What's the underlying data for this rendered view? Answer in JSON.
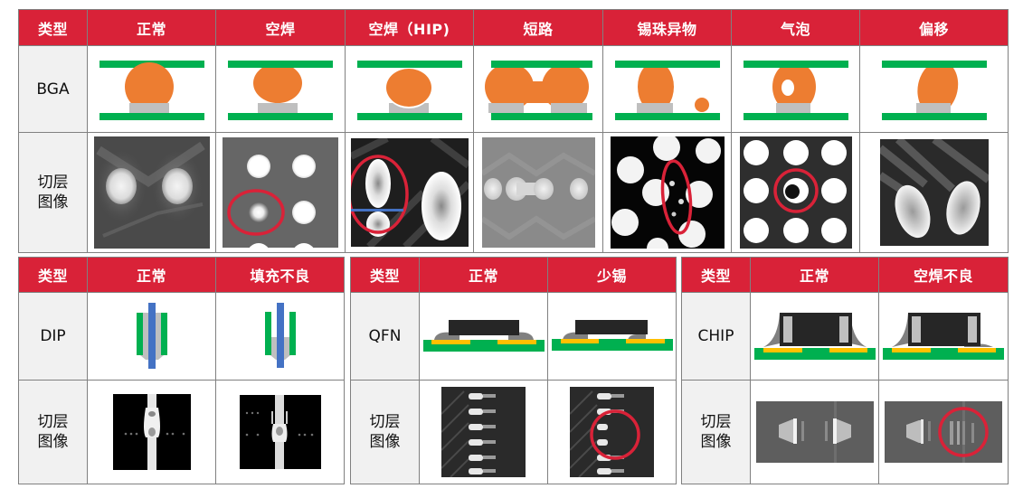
{
  "colors": {
    "header_bg": "#d92238",
    "header_text": "#ffffff",
    "label_bg": "#f1f1f1",
    "grid_line": "#808080",
    "pcb_green": "#00b050",
    "solder_orange": "#ed7d31",
    "pad_gray": "#bfbfbf",
    "pin_blue": "#4472c4",
    "pad_yellow": "#ffc000",
    "package_black": "#262626",
    "defect_circle_red": "#d92238"
  },
  "bga_table": {
    "headers": [
      "类型",
      "正常",
      "空焊",
      "空焊（HIP)",
      "短路",
      "锡珠异物",
      "气泡",
      "偏移"
    ],
    "row_type_label": "BGA",
    "row_image_label_line1": "切层",
    "row_image_label_line2": "图像",
    "diagrams": [
      "normal-ball",
      "open-solder",
      "head-in-pillow",
      "bridge-short",
      "solder-ball-foreign",
      "void",
      "offset"
    ],
    "xray_images": [
      "normal",
      "open",
      "hip",
      "short",
      "solder-ball",
      "void",
      "offset"
    ]
  },
  "dip_table": {
    "headers": [
      "类型",
      "正常",
      "填充不良"
    ],
    "row_type_label": "DIP",
    "row_image_label_line1": "切层",
    "row_image_label_line2": "图像",
    "diagrams": [
      "normal-fill",
      "poor-fill"
    ]
  },
  "qfn_table": {
    "headers": [
      "类型",
      "正常",
      "少锡"
    ],
    "row_type_label": "QFN",
    "row_image_label_line1": "切层",
    "row_image_label_line2": "图像",
    "diagrams": [
      "normal",
      "insufficient-solder"
    ]
  },
  "chip_table": {
    "headers": [
      "类型",
      "正常",
      "空焊不良"
    ],
    "row_type_label": "CHIP",
    "row_image_label_line1": "切层",
    "row_image_label_line2": "图像",
    "diagrams": [
      "normal",
      "open-solder"
    ]
  }
}
